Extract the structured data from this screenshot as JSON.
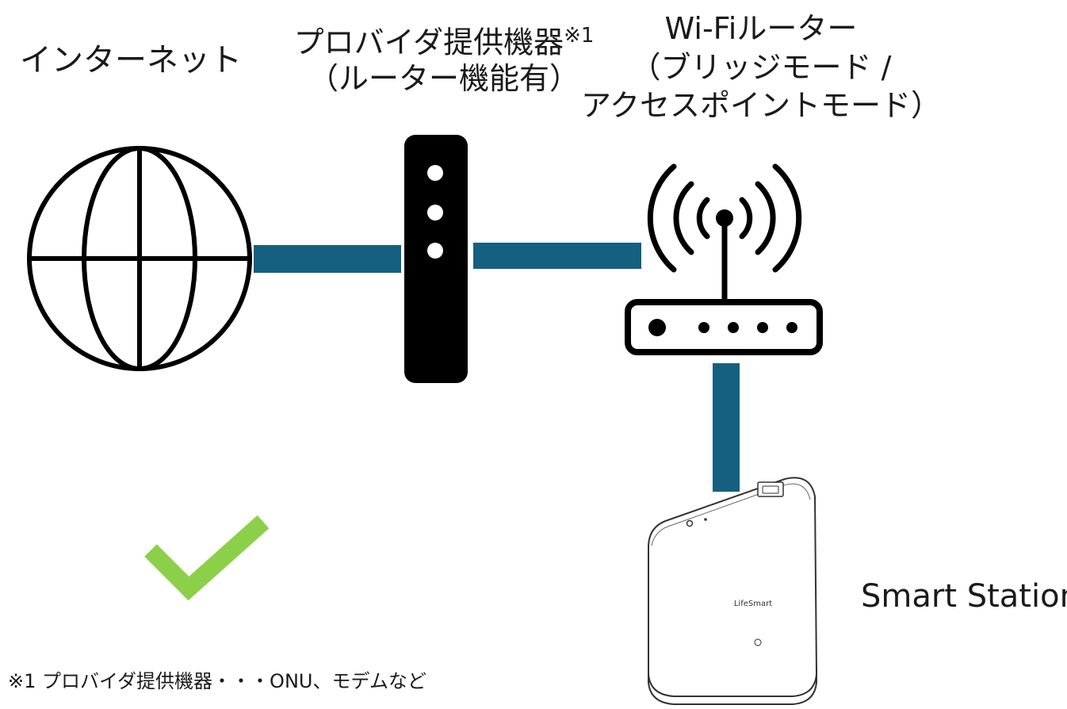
{
  "labels": {
    "internet": "インターネット",
    "provider_line1": "プロバイダ提供機器",
    "provider_note_mark": "※1",
    "provider_line2": "（ルーター機能有）",
    "wifi_line1": "Wi-Fiルーター",
    "wifi_line2": "（ブリッジモード /",
    "wifi_line3": "アクセスポイントモード）",
    "smart_station": "Smart Station",
    "device_brand": "LifeSmart"
  },
  "footnote": "※1 プロバイダ提供機器・・・ONU、モデムなど",
  "colors": {
    "connection_line": "#155f80",
    "check_mark": "#8cd04a",
    "icon_stroke": "#000000",
    "device_outline": "#333333"
  },
  "icons": {
    "internet": "globe-icon",
    "provider": "modem-icon",
    "wifi": "wifi-router-icon",
    "device": "smart-station-device",
    "status": "check-icon"
  }
}
